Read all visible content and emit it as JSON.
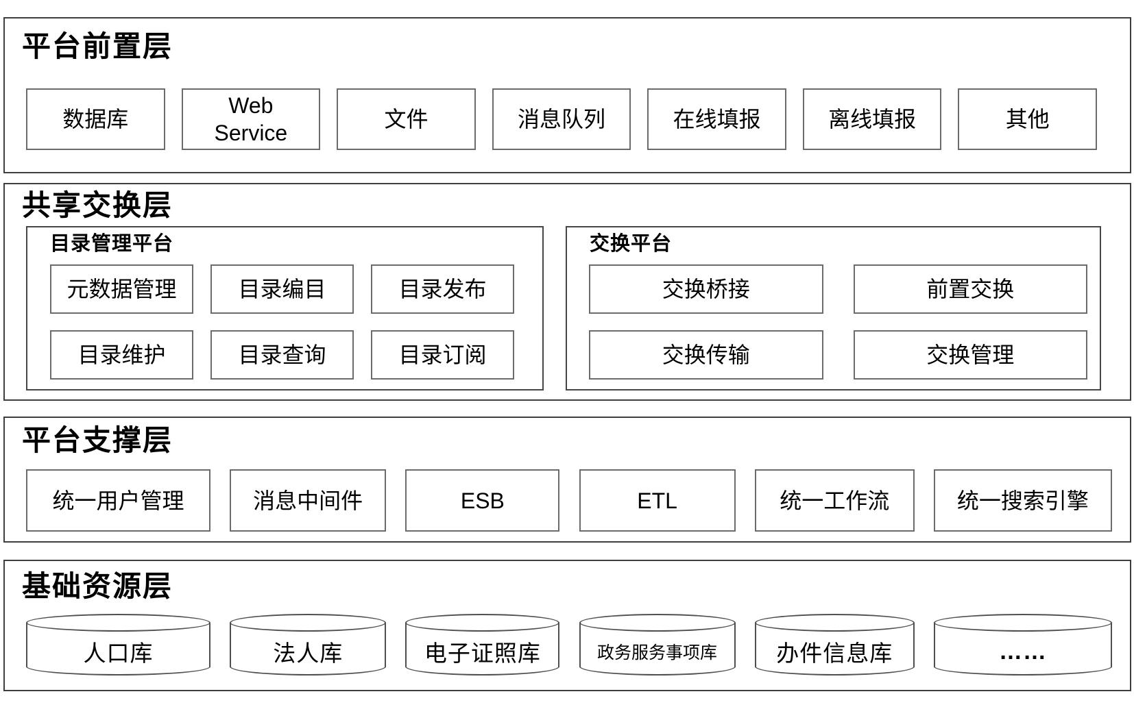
{
  "layers": {
    "front": {
      "title": "平台前置层",
      "items": [
        "数据库",
        "Web Service",
        "文件",
        "消息队列",
        "在线填报",
        "离线填报",
        "其他"
      ]
    },
    "exchange": {
      "title": "共享交换层",
      "catalog": {
        "title": "目录管理平台",
        "items": [
          "元数据管理",
          "目录编目",
          "目录发布",
          "目录维护",
          "目录查询",
          "目录订阅"
        ]
      },
      "swap": {
        "title": "交换平台",
        "items": [
          "交换桥接",
          "前置交换",
          "交换传输",
          "交换管理"
        ]
      }
    },
    "support": {
      "title": "平台支撑层",
      "items": [
        "统一用户管理",
        "消息中间件",
        "ESB",
        "ETL",
        "统一工作流",
        "统一搜索引擎"
      ]
    },
    "resource": {
      "title": "基础资源层",
      "items": [
        "人口库",
        "法人库",
        "电子证照库",
        "政务服务事项库",
        "办件信息库",
        "……"
      ]
    }
  },
  "colors": {
    "outer_border": "#3d3d3d",
    "inner_border": "#6b6b6b",
    "sub_border": "#454545",
    "cyl_border": "#4f4f4f",
    "text": "#000000",
    "background": "#ffffff"
  }
}
